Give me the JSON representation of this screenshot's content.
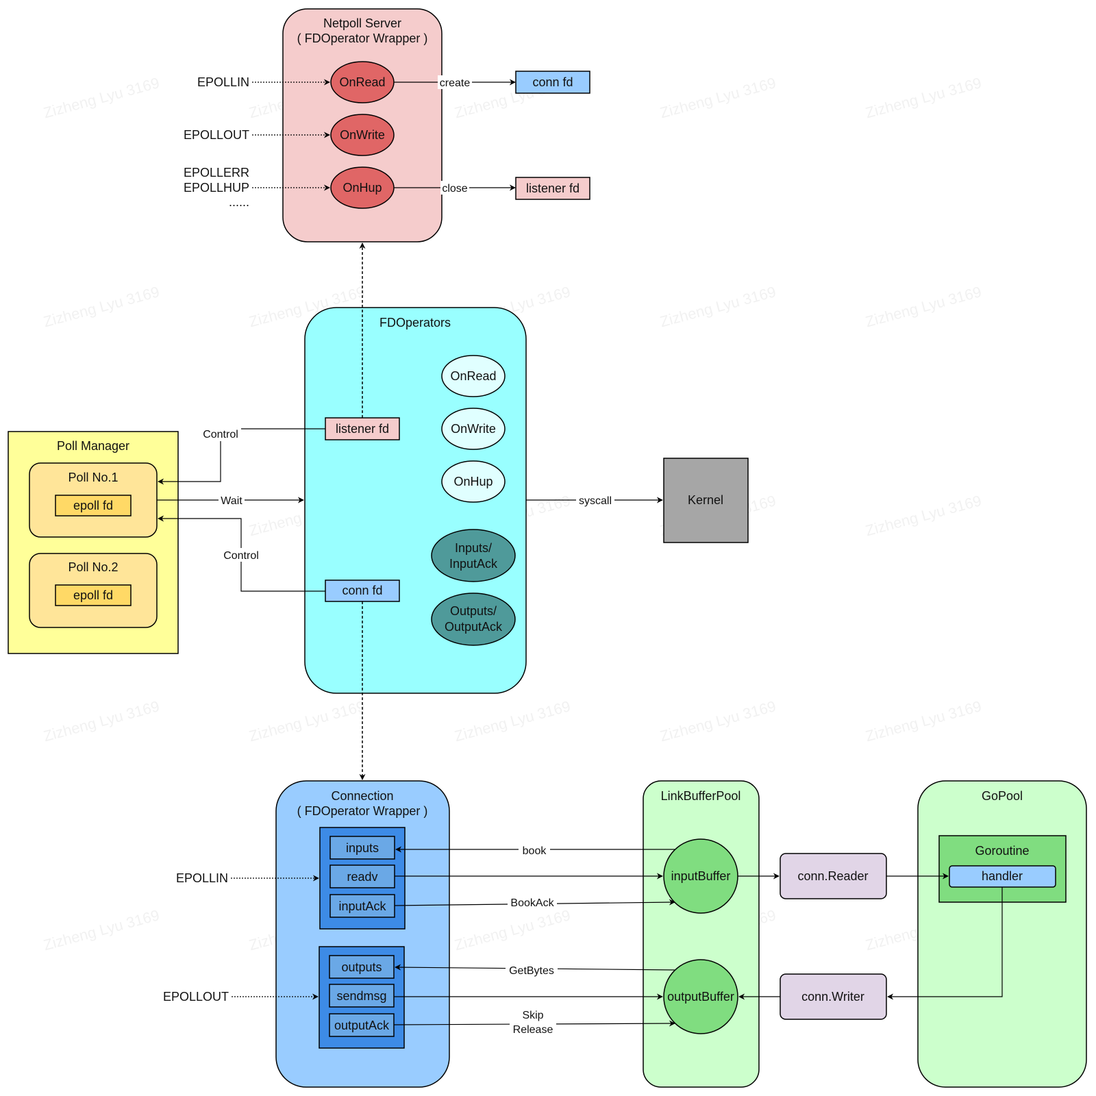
{
  "netpoll_server": {
    "title_line1": "Netpoll Server",
    "title_line2": "( FDOperator Wrapper )",
    "on_read": "OnRead",
    "on_write": "OnWrite",
    "on_hup": "OnHup",
    "event_epollin": "EPOLLIN",
    "event_epollout": "EPOLLOUT",
    "event_epollerr": "EPOLLERR",
    "event_epollhup": "EPOLLHUP",
    "event_more": "......",
    "create_label": "create",
    "close_label": "close",
    "conn_fd": "conn fd",
    "listener_fd": "listener fd"
  },
  "fd_operators": {
    "title": "FDOperators",
    "on_read": "OnRead",
    "on_write": "OnWrite",
    "on_hup": "OnHup",
    "inputs_line1": "Inputs/",
    "inputs_line2": "InputAck",
    "outputs_line1": "Outputs/",
    "outputs_line2": "OutputAck",
    "listener_fd": "listener fd",
    "conn_fd": "conn fd",
    "syscall_label": "syscall"
  },
  "kernel": {
    "label": "Kernel"
  },
  "poll_manager": {
    "title": "Poll Manager",
    "poll1": "Poll No.1",
    "poll2": "Poll No.2",
    "epoll_fd_1": "epoll fd",
    "epoll_fd_2": "epoll fd",
    "control_top": "Control",
    "wait_label": "Wait",
    "control_bottom": "Control"
  },
  "connection": {
    "title_line1": "Connection",
    "title_line2": "( FDOperator Wrapper )",
    "inputs": "inputs",
    "readv": "readv",
    "input_ack": "inputAck",
    "outputs": "outputs",
    "sendmsg": "sendmsg",
    "output_ack": "outputAck",
    "event_epollin": "EPOLLIN",
    "event_epollout": "EPOLLOUT"
  },
  "link_buffer_pool": {
    "title": "LinkBufferPool",
    "input_buffer": "inputBuffer",
    "output_buffer": "outputBuffer",
    "book": "book",
    "book_ack": "BookAck",
    "get_bytes": "GetBytes",
    "skip": "Skip",
    "release": "Release"
  },
  "conn_reader": "conn.Reader",
  "conn_writer": "conn.Writer",
  "go_pool": {
    "title": "GoPool",
    "goroutine": "Goroutine",
    "handler": "handler"
  },
  "watermark": "Zizheng Lyu 3169",
  "colors": {
    "netpoll_bg": "#f5cccc",
    "red_node": "#e06666",
    "fdops_bg": "#99ffff",
    "light_node": "#e0ffff",
    "teal_node": "#4f9a9a",
    "blue_box": "#99ccff",
    "pink_box": "#f5cccc",
    "poll_manager_bg": "#ffff99",
    "poll_bg": "#ffe599",
    "epoll_fd": "#ffd966",
    "kernel": "#a6a6a6",
    "connection_bg": "#99ccff",
    "conn_group": "#3d8be6",
    "conn_item": "#6aa8e6",
    "green_bg": "#ccffcc",
    "green_node": "#80dd80",
    "lavender": "#e1d5e7"
  }
}
